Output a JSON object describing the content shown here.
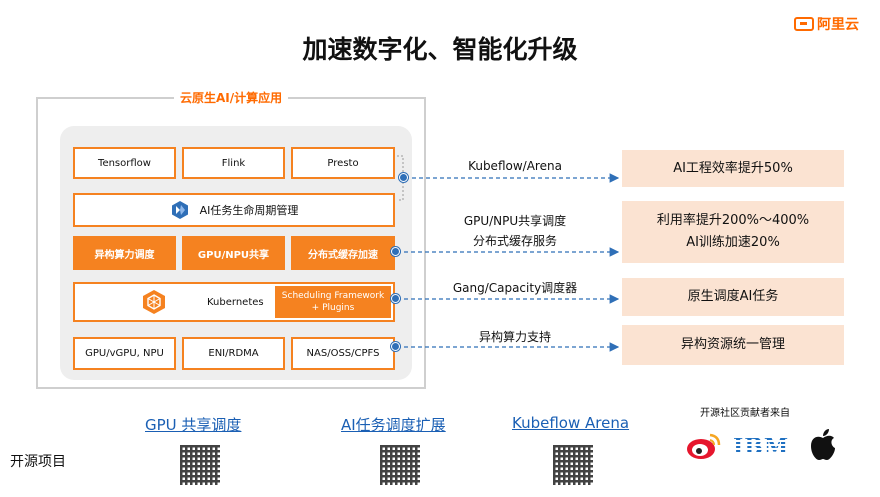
{
  "brand": {
    "name": "阿里云",
    "color": "#ff6a00"
  },
  "title": "加速数字化、智能化升级",
  "stack": {
    "label": "云原生AI/计算应用",
    "row1": [
      "Tensorflow",
      "Flink",
      "Presto"
    ],
    "lifecycle": "AI任务生命周期管理",
    "row3": [
      "异构算力调度",
      "GPU/NPU共享",
      "分布式缓存加速"
    ],
    "kubernetes": "Kubernetes",
    "scheduling_line1": "Scheduling Framework",
    "scheduling_line2": "+ Plugins",
    "row5": [
      "GPU/vGPU, NPU",
      "ENI/RDMA",
      "NAS/OSS/CPFS"
    ],
    "accent_color": "#f58220"
  },
  "flows": [
    {
      "label_lines": [
        "Kubeflow/Arena"
      ],
      "result_lines": [
        "AI工程效率提升50%"
      ]
    },
    {
      "label_lines": [
        "GPU/NPU共享调度",
        "分布式缓存服务"
      ],
      "result_lines": [
        "利用率提升200%～400%",
        "AI训练加速20%"
      ]
    },
    {
      "label_lines": [
        "Gang/Capacity调度器"
      ],
      "result_lines": [
        "原生调度AI任务"
      ]
    },
    {
      "label_lines": [
        "异构算力支持"
      ],
      "result_lines": [
        "异构资源统一管理"
      ]
    }
  ],
  "open_source": {
    "label": "开源项目",
    "projects": [
      "GPU 共享调度",
      "AI任务调度扩展",
      "Kubeflow Arena"
    ],
    "contributors_label": "开源社区贡献者来自",
    "contributors": [
      "weibo-icon",
      "IBM",
      "apple-icon"
    ]
  }
}
